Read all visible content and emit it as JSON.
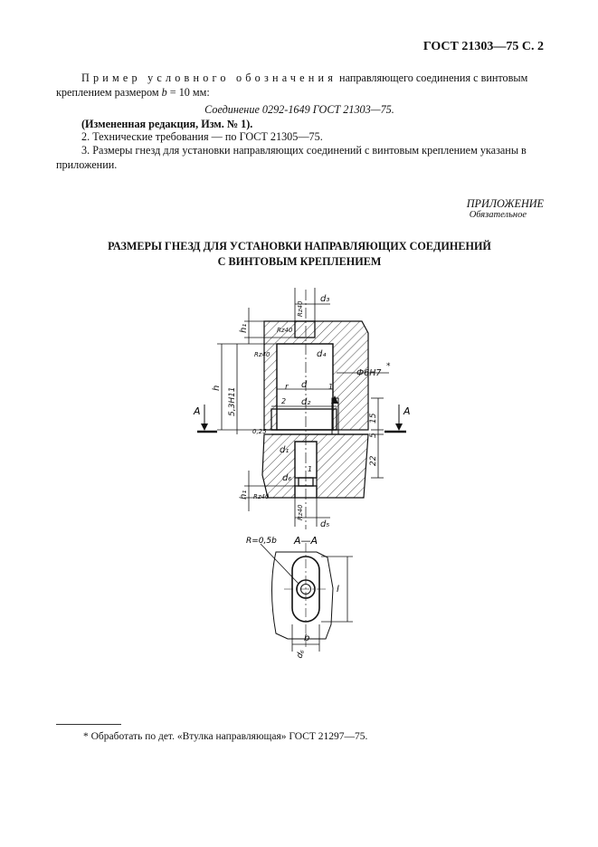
{
  "header": {
    "code": "ГОСТ 21303—75 С. 2"
  },
  "example": {
    "spaced": "Пример условного обозначения",
    "rest": " направляющего соединения с винтовым креплением размером ",
    "b_var": "b",
    "b_val": " = 10 мм:"
  },
  "designation": "Соединение 0292-1649 ГОСТ 21303—75.",
  "revision": "(Измененная редакция, Изм. № 1).",
  "item2": "2. Технические требования — по ГОСТ 21305—75.",
  "item3": "3. Размеры гнезд для установки направляющих соединений с винтовым креплением указаны в приложении.",
  "appendix": {
    "title": "ПРИЛОЖЕНИЕ",
    "subtitle": "Обязательное"
  },
  "section_title": {
    "line1": "РАЗМЕРЫ ГНЕЗД ДЛЯ УСТАНОВКИ НАПРАВЛЯЮЩИХ СОЕДИНЕНИЙ",
    "line2": "С ВИНТОВЫМ КРЕПЛЕНИЕМ"
  },
  "drawing_labels": {
    "d3_top": "d₃",
    "d5_bottom": "d₅",
    "d4": "d₄",
    "d": "d",
    "d2": "d₂",
    "d1": "d₁",
    "d6": "d₆",
    "h1": "h₁",
    "h": "h",
    "fit_top": "Ф6Н7",
    "fit_star": "*",
    "fit_left": "5,3Н11",
    "rz40": "Rz40",
    "r1": "r",
    "one": "1",
    "two": "2",
    "c025": "0,25",
    "dim15": "15",
    "dim5": "5",
    "dim22": "22",
    "sectionA": "A",
    "section_aa": "А—А",
    "radius": "R=0,5b",
    "b": "b",
    "l": "l",
    "d6b": "d₆"
  },
  "footnote": "* Обработать по дет. «Втулка направляющая» ГОСТ 21297—75."
}
